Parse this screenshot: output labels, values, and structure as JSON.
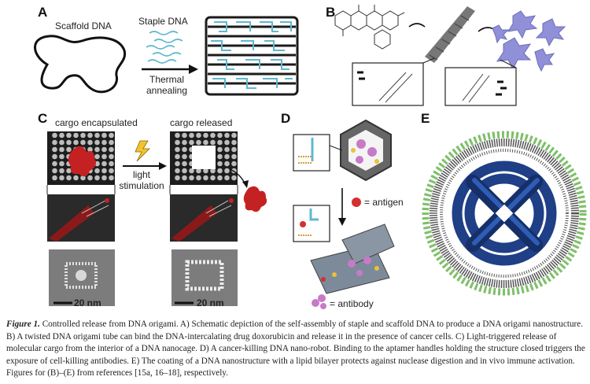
{
  "panels": {
    "A": {
      "letter": "A",
      "scaffold_label": "Scaffold DNA",
      "staple_label": "Staple DNA",
      "arrow_label_1": "Thermal",
      "arrow_label_2": "annealing"
    },
    "B": {
      "letter": "B"
    },
    "C": {
      "letter": "C",
      "encapsulated_label": "cargo encapsulated",
      "released_label": "cargo released",
      "arrow_label_1": "light",
      "arrow_label_2": "stimulation",
      "scale_left": "20 nm",
      "scale_right": "20 nm"
    },
    "D": {
      "letter": "D",
      "antigen_label": "= antigen",
      "antibody_label": "= antibody"
    },
    "E": {
      "letter": "E"
    }
  },
  "caption": {
    "figure_label": "Figure 1.",
    "text": " Controlled release from DNA origami. A) Schematic depiction of the self-assembly of staple and scaffold DNA to produce a DNA origami nanostructure. B) A twisted DNA origami tube can bind the DNA-intercalating drug doxorubicin and release it in the presence of cancer cells. C) Light-triggered release of molecular cargo from the interior of a DNA nanocage. D) A cancer-killing DNA nano-robot. Binding to the aptamer handles holding the structure closed triggers the exposure of cell-killing antibodies. E) The coating of a DNA nanostructure with a lipid bilayer protects against nuclease digestion and in vivo immune activation. Figures for (B)–(E) from references [15a, 16–18], respectively."
  },
  "colors": {
    "dna_cyan": "#5fb8cf",
    "origami_dark": "#1b1b1b",
    "cargo_red": "#c42222",
    "tube_blue": "#1f3f86",
    "lipid_green": "#7fbf6a",
    "antibody_pink": "#c77ac7",
    "cancer_cell": "#8f90d8"
  }
}
